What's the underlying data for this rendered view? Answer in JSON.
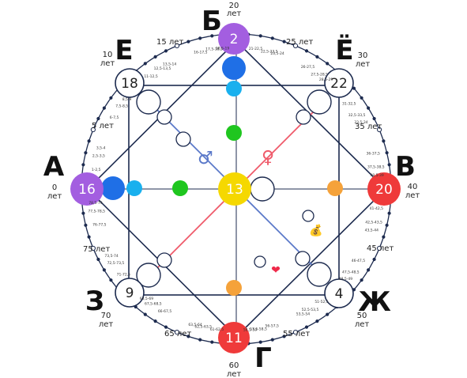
{
  "points": {
    "A": {
      "letter": "А",
      "value": "16",
      "color": "#a35ee0"
    },
    "B": {
      "letter": "Б",
      "value": "2",
      "color": "#a35ee0"
    },
    "V": {
      "letter": "В",
      "value": "20",
      "color": "#ef3a3a"
    },
    "G": {
      "letter": "Г",
      "value": "11",
      "color": "#ef3a3a"
    },
    "D": {
      "letter": "",
      "value": "13",
      "color": "#f5d800"
    },
    "E": {
      "letter": "Е",
      "value": "18",
      "color": "#ffffff"
    },
    "Yo": {
      "letter": "Ё",
      "value": "22",
      "color": "#ffffff"
    },
    "Zh": {
      "letter": "Ж",
      "value": "4",
      "color": "#ffffff"
    },
    "Z": {
      "letter": "З",
      "value": "9",
      "color": "#ffffff"
    }
  },
  "age_labels": {
    "a0": {
      "num": "0",
      "unit": "лет"
    },
    "a10": {
      "num": "10",
      "unit": "лет"
    },
    "a20": {
      "num": "20",
      "unit": "лет"
    },
    "a30": {
      "num": "30",
      "unit": "лет"
    },
    "a40": {
      "num": "40",
      "unit": "лет"
    },
    "a50": {
      "num": "50",
      "unit": "лет"
    },
    "a60": {
      "num": "60",
      "unit": "лет"
    },
    "a70": {
      "num": "70",
      "unit": "лет"
    },
    "a5": "5 лет",
    "a15": "15 лет",
    "a25": "25 лет",
    "a35": "35 лет",
    "a45": "45 лет",
    "a55": "55 лет",
    "a65": "65 лет",
    "a75": "75 лет"
  },
  "small_ages": [
    "1-2,5",
    "2,5-3,5",
    "3,5-4",
    "6-7,5",
    "7,5-8,5",
    "8,5-9",
    "11-12,5",
    "12,5-13,5",
    "13,5-14",
    "16-17,5",
    "17,5-18,5",
    "18,5-19",
    "21-22,5",
    "22,5-23,5",
    "23,5-24",
    "26-27,5",
    "27,5-28,5",
    "28,5-29",
    "31-32,5",
    "32,5-33,5",
    "33,5-34",
    "36-37,5",
    "37,5-38,5",
    "38,5-39",
    "41-42,5",
    "42,5-43,5",
    "43,5-44",
    "46-47,5",
    "47,5-48,5",
    "48,5-49",
    "51-52,5",
    "52,5-53,5",
    "53,5-54",
    "56-57,5",
    "57,5-58,5",
    "58,5-59",
    "61-62,5",
    "62,5-63,5",
    "63,5-64",
    "66-67,5",
    "67,5-68,5",
    "68,5-69",
    "71-72,5",
    "72,5-73,5",
    "73,5-74",
    "76-77,5",
    "77,5-78,5",
    "78,5-79"
  ],
  "symbols": {
    "male": "♂",
    "female": "♀",
    "money": "💰",
    "heart": "❤"
  },
  "colors": {
    "line": "#1d2b4f",
    "male_line": "#5b79c9",
    "female_line": "#ef5a6a",
    "dashed": "#b5b5b5",
    "blue": "#1f6fe6",
    "light_blue": "#19b0ee",
    "green": "#1fc61f",
    "orange": "#f5a23a",
    "purple": "#a35ee0",
    "red": "#ef3a3a",
    "yellow": "#f5d800"
  }
}
